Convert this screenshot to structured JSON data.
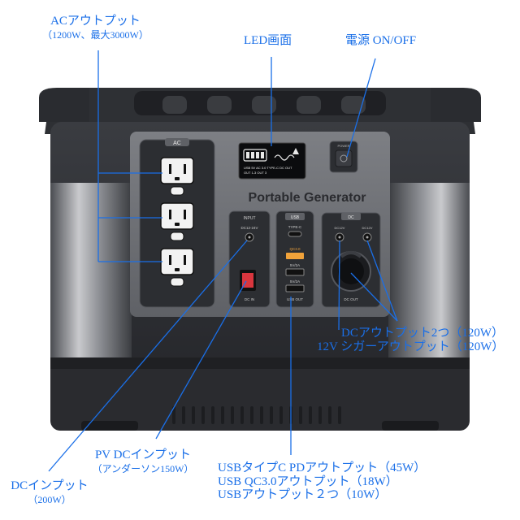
{
  "product": {
    "front_title": "Portable Generator",
    "panel_labels": {
      "ac": "AC",
      "input": "INPUT",
      "dc24v": "DC12-24V",
      "dc_in": "DC IN",
      "usb": "USB",
      "type_c": "TYPE-C",
      "qc": "QC3.0",
      "usb5v_1": "5V/2A",
      "usb5v_2": "5V/2A",
      "usb_out": "USB OUT",
      "dc": "DC",
      "dc12v_1": "DC12V",
      "dc12v_2": "DC12V",
      "dc_out": "DC OUT",
      "power": "POWER"
    },
    "lcd": {
      "row1": "USB 5V  AC 3.0  TYPE-C  DC OUT",
      "row2": "OUT 1-3  OUT 3"
    },
    "accent_color": "#1a6fe8",
    "body_color": "#2b2d31"
  },
  "callouts": {
    "ac_output": {
      "title": "ACアウトプット",
      "sub": "（1200W、最大3000W）"
    },
    "led_screen": {
      "title": "LED画面"
    },
    "power_switch": {
      "title": "電源 ON/OFF"
    },
    "dc_output": {
      "line1": "DCアウトプット2つ（120W）",
      "line2": "12V シガーアウトプット（120W）"
    },
    "pv_input": {
      "title": "PV DCインプット",
      "sub": "（アンダーソン150W）"
    },
    "dc_input": {
      "title": "DCインプット",
      "sub": "（200W）"
    },
    "usb_output": {
      "line1": "USBタイプC PDアウトプット（45W）",
      "line2": "USB QC3.0アウトプット（18W）",
      "line3": "USBアウトプット２つ（10W）"
    }
  }
}
